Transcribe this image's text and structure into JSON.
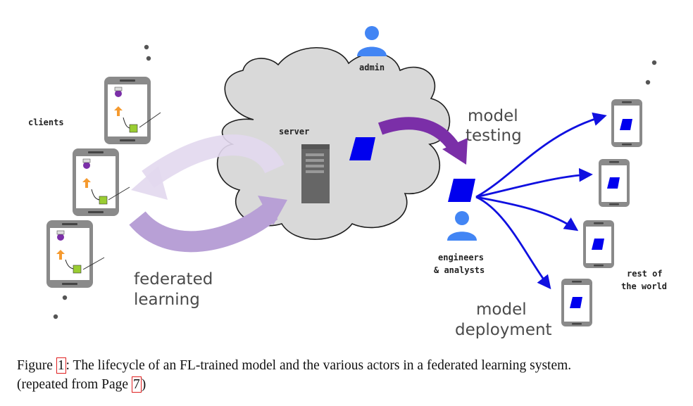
{
  "labels": {
    "admin": "admin",
    "clients": "clients",
    "server": "server",
    "model_testing_line1": "model",
    "model_testing_line2": "testing",
    "engineers_line1": "engineers",
    "engineers_line2": "& analysts",
    "federated_line1": "federated",
    "federated_line2": "learning",
    "rest_line1": "rest of",
    "rest_line2": "the world",
    "deployment_line1": "model",
    "deployment_line2": "deployment"
  },
  "caption": {
    "prefix": "Figure ",
    "figure_ref": "1",
    "text": ": The lifecycle of an FL-trained model and the various actors in a federated learning system.",
    "line2_prefix": "(repeated from Page ",
    "page_ref": "7",
    "line2_suffix": ")"
  },
  "colors": {
    "person": "#4285f4",
    "model": "#0000ee",
    "cloud": "#d9d9d9",
    "fl_arrow": "#b8a0d6",
    "fl_arrow_light": "#e2d8ee",
    "testing_arrow": "#7b2fa8",
    "deploy_arrows": "#1010e0",
    "client_model": "#9acd32",
    "data_icon": "#7b2fa8",
    "tf_icon": "#f59a2f"
  },
  "icons": [
    "person-icon",
    "server-icon",
    "phone-icon",
    "model-icon",
    "data-icon",
    "tensorflow-icon"
  ]
}
